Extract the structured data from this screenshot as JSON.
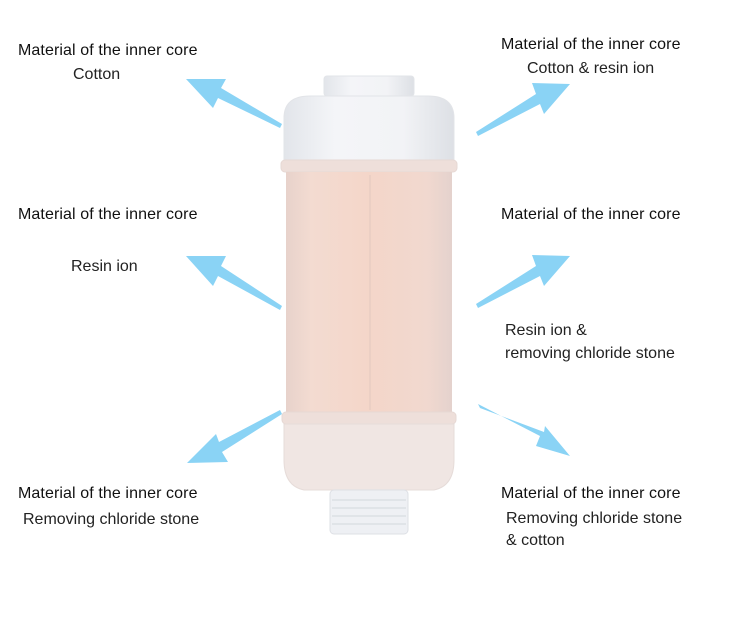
{
  "colors": {
    "arrow": "#8AD3F5",
    "filter_cap": "#EEF0F3",
    "filter_body": "#F1D5CB",
    "background": "#FFFFFF"
  },
  "callouts": [
    {
      "position": "top-left",
      "title": "Material of the inner core",
      "desc": [
        "Cotton"
      ]
    },
    {
      "position": "middle-left",
      "title": "Material of the inner core",
      "desc": [
        "Resin ion"
      ]
    },
    {
      "position": "bottom-left",
      "title": "Material of the inner core",
      "desc": [
        "Removing chloride stone"
      ]
    },
    {
      "position": "top-right",
      "title": "Material of the inner core",
      "desc": [
        "Cotton & resin ion"
      ]
    },
    {
      "position": "middle-right",
      "title": "Material of the inner core",
      "desc": [
        "Resin ion &",
        "removing chloride stone"
      ]
    },
    {
      "position": "bottom-right",
      "title": "Material of the inner core",
      "desc": [
        "Removing chloride stone",
        "& cotton"
      ]
    }
  ],
  "product": {
    "name": "shower-filter-cartridge"
  }
}
